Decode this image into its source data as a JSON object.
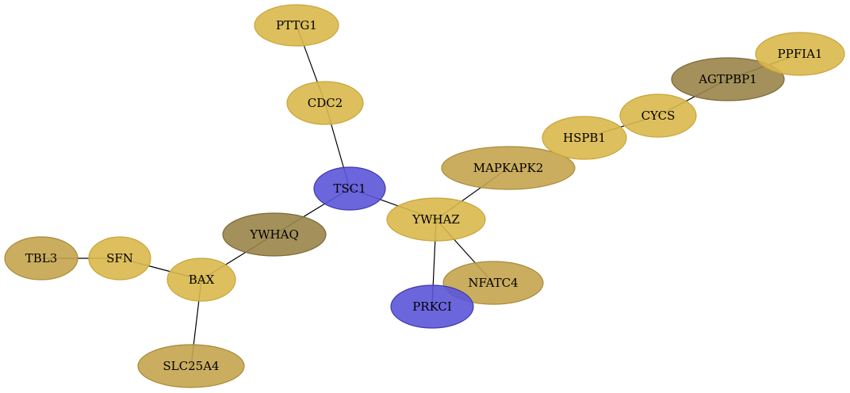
{
  "colors": {
    "gold": "#d9b84c",
    "gold_stroke": "#c9a53a",
    "olive": "#9a8448",
    "olive_stroke": "#7c6a36",
    "tan": "#c4a44e",
    "tan_stroke": "#a88b3a",
    "blue": "#5b55d8",
    "blue_stroke": "#3f3ab0"
  },
  "nodes": [
    {
      "id": "PTTG1",
      "label": "PTTG1",
      "color": "gold"
    },
    {
      "id": "CDC2",
      "label": "CDC2",
      "color": "gold"
    },
    {
      "id": "TSC1",
      "label": "TSC1",
      "color": "blue"
    },
    {
      "id": "YWHAQ",
      "label": "YWHAQ",
      "color": "olive"
    },
    {
      "id": "YWHAZ",
      "label": "YWHAZ",
      "color": "gold"
    },
    {
      "id": "MAPKAPK2",
      "label": "MAPKAPK2",
      "color": "tan"
    },
    {
      "id": "HSPB1",
      "label": "HSPB1",
      "color": "gold"
    },
    {
      "id": "CYCS",
      "label": "CYCS",
      "color": "gold"
    },
    {
      "id": "AGTPBP1",
      "label": "AGTPBP1",
      "color": "olive"
    },
    {
      "id": "PPFIA1",
      "label": "PPFIA1",
      "color": "gold"
    },
    {
      "id": "NFATC4",
      "label": "NFATC4",
      "color": "tan"
    },
    {
      "id": "PRKCI",
      "label": "PRKCI",
      "color": "blue"
    },
    {
      "id": "BAX",
      "label": "BAX",
      "color": "gold"
    },
    {
      "id": "SFN",
      "label": "SFN",
      "color": "gold"
    },
    {
      "id": "TBL3",
      "label": "TBL3",
      "color": "tan"
    },
    {
      "id": "SLC25A4",
      "label": "SLC25A4",
      "color": "tan"
    }
  ],
  "edges": [
    [
      "PTTG1",
      "CDC2"
    ],
    [
      "CDC2",
      "TSC1"
    ],
    [
      "TSC1",
      "YWHAQ"
    ],
    [
      "TSC1",
      "YWHAZ"
    ],
    [
      "YWHAZ",
      "MAPKAPK2"
    ],
    [
      "YWHAZ",
      "NFATC4"
    ],
    [
      "YWHAZ",
      "PRKCI"
    ],
    [
      "YWHAQ",
      "BAX"
    ],
    [
      "BAX",
      "SFN"
    ],
    [
      "SFN",
      "TBL3"
    ],
    [
      "BAX",
      "SLC25A4"
    ],
    [
      "HSPB1",
      "CYCS"
    ],
    [
      "CYCS",
      "AGTPBP1"
    ],
    [
      "AGTPBP1",
      "PPFIA1"
    ]
  ]
}
